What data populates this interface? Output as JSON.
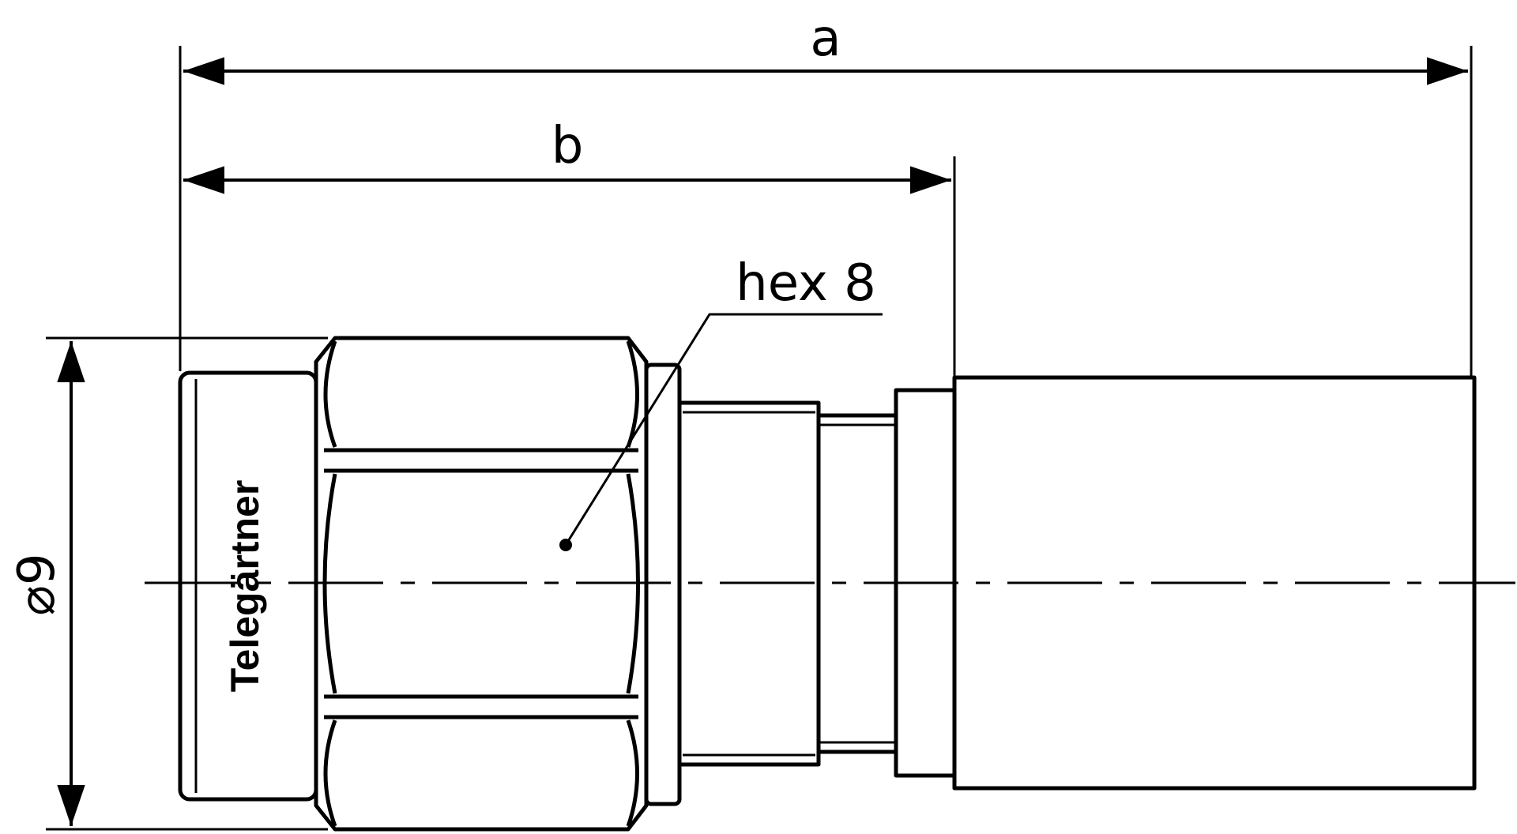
{
  "drawing": {
    "type": "technical-drawing",
    "subject": "coaxial connector",
    "line_color": "#000000",
    "background": "#ffffff"
  },
  "dimensions": {
    "overall_length_label": "a",
    "partial_length_label": "b",
    "diameter_label": "⌀9",
    "wrench_size_label": "hex 8"
  },
  "branding": {
    "logo_text": "Telegärtner"
  }
}
